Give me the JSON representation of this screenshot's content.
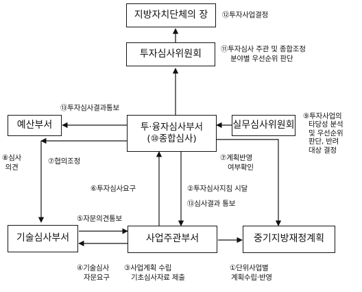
{
  "boxes": {
    "local_gov": "지방자치단체의 장",
    "committee": "투자심사위원회",
    "budget": "예산부서",
    "central_line1": "투·융자심사부서",
    "central_line2": "(⑩종합심사)",
    "working_committee": "실무심사위원회",
    "tech_review": "기술심사부서",
    "project_dept": "사업주관부서",
    "mid_term_plan": "중기지방재정계획"
  },
  "labels": {
    "l12": "⑫투자사업결정",
    "l11_line1": "⑪투자심사 주관 및 종합조정",
    "l11_line2": "분야별 우선순위 판단",
    "l13": "⑬투자심사결과통보",
    "l9_line1": "⑨투자사업의",
    "l9_line2": "타당성 분석",
    "l9_line3": "및 우선순위",
    "l9_line4": "판단, 반려",
    "l9_line5": "대상 결정",
    "l8_line1": "⑧심사",
    "l8_line2": "의견",
    "l7a": "⑦협의조정",
    "l7b_line1": "⑦계획반영",
    "l7b_line2": "여부확인",
    "l6": "⑥투자심사요구",
    "l2": "②투자심사지침 시달",
    "l13b": "⑬심사결과 통보",
    "l5": "⑤자문의견통보",
    "l4_line1": "④기술심사",
    "l4_line2": "자문요구",
    "l3_line1": "③사업계획 수립",
    "l3_line2": "기초심사자료 제출",
    "l1_line1": "①단위사업별",
    "l1_line2": "계획수립·반영"
  }
}
